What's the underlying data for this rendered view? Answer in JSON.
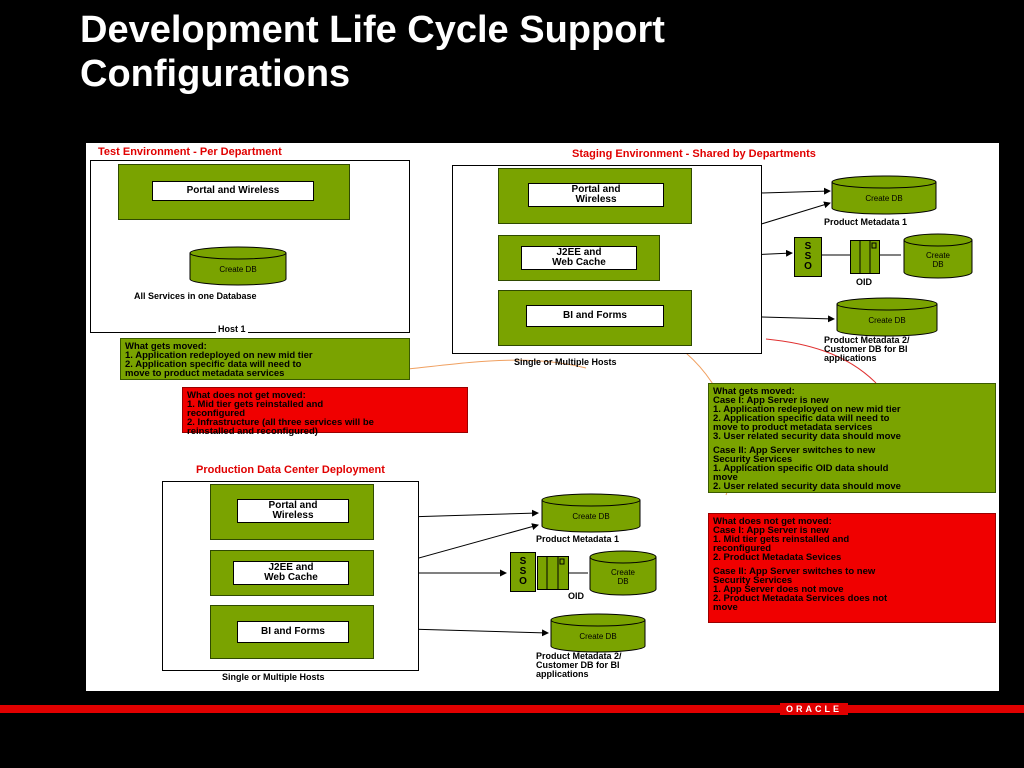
{
  "title": {
    "line1": "Development Life Cycle Support",
    "line2": "Configurations"
  },
  "test_env": {
    "title": "Test Environment - Per Department",
    "portal": "Portal and Wireless",
    "db": "Create DB",
    "db_caption": "All Services in one Database",
    "host": "Host 1"
  },
  "staging_env": {
    "title": "Staging Environment - Shared by Departments",
    "portal": "Portal and\nWireless",
    "j2ee": "J2EE and\nWeb Cache",
    "bi": "BI and Forms",
    "hosts_caption": "Single or Multiple Hosts",
    "db1": "Create DB",
    "db1_caption": "Product Metadata 1",
    "sso": [
      "S",
      "S",
      "O"
    ],
    "oid": "OID",
    "db_oid": "Create\nDB",
    "db2": "Create DB",
    "db2_caption": "Product Metadata 2/\nCustomer DB for BI\napplications"
  },
  "production_env": {
    "title": "Production Data Center Deployment",
    "portal": "Portal and\nWireless",
    "j2ee": "J2EE and\nWeb Cache",
    "bi": "BI and Forms",
    "hosts_caption": "Single or Multiple Hosts",
    "db1": "Create DB",
    "db1_caption": "Product Metadata 1",
    "sso": [
      "S",
      "S",
      "O"
    ],
    "oid": "OID",
    "db_oid": "Create\nDB",
    "db2": "Create DB",
    "db2_caption": "Product Metadata 2/\nCustomer DB for BI\napplications"
  },
  "notes": {
    "test_moved": "What gets moved:\n1.  Application redeployed on new mid tier\n2.  Application specific data will need to\nmove to product metadata services",
    "test_not_moved": "What does not get moved:\n1.  Mid tier gets reinstalled and\nreconfigured\n2.  Infrastructure (all three services will be\nreinstalled and reconfigured)",
    "stage_moved_case1": "What gets moved:\nCase I:  App Server is new\n1.  Application redeployed on new mid tier\n2.  Application specific data will need to\nmove to product metadata services\n3.  User related security data should move",
    "stage_moved_case2": "Case II:  App Server switches to new\nSecurity Services\n1.  Application specific OID data should\nmove\n2.  User related security data should move",
    "stage_not_moved_case1": "What does not get moved:\nCase I:  App Server is new\n1.  Mid tier gets reinstalled and\nreconfigured\n2.  Product Metadata Sevices",
    "stage_not_moved_case2": "Case II:  App Server switches to new\nSecurity Services\n1.  App Server does not move\n2.  Product Metadata Services does not\nmove"
  },
  "footer": {
    "brand": "ORACLE"
  }
}
